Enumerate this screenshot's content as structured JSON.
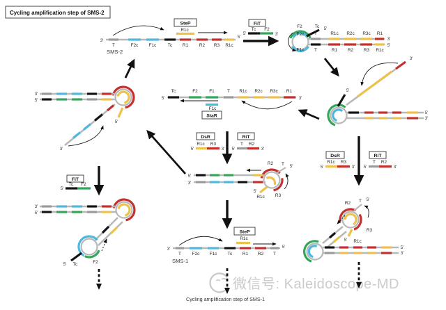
{
  "titles": {
    "sms2_box": "Cycling amplification step of SMS-2",
    "sms1_caption": "Cycling amplification step of SMS-1"
  },
  "watermark": {
    "text": "微信号: Kaleidoscope-MD"
  },
  "labels": {
    "five_prime": "5'",
    "three_prime": "3'",
    "t": "T",
    "tc": "Tc",
    "f1": "F1",
    "f2": "F2",
    "f1c": "F1c",
    "f2c": "F2c",
    "r1": "R1",
    "r2": "R2",
    "r3": "R3",
    "r1c": "R1c",
    "r2c": "R2c",
    "r3c": "R3c",
    "fit": "FiT",
    "step": "SteP",
    "star": "StaR",
    "dsr": "DsR",
    "rit": "RiT",
    "sms1": "SMS-1",
    "sms2": "SMS-2"
  },
  "strands": {
    "sms2_template": {
      "five_to_three": false,
      "segments": [
        "T",
        "F2c",
        "F1c",
        "Tc",
        "R1",
        "R2",
        "R3",
        "R1c"
      ]
    },
    "sms1_template": {
      "five_to_three": false,
      "segments": [
        "T",
        "F2c",
        "F1c",
        "Tc",
        "R1",
        "R2",
        "T"
      ]
    },
    "star_template": {
      "five_to_three": true,
      "segments": [
        "Tc",
        "F2",
        "F1",
        "T",
        "R1c",
        "R2c",
        "R3c",
        "R1"
      ]
    },
    "hairpin_top_right_upper": [
      "T",
      "R1c",
      "R2c",
      "R3c",
      "R1"
    ],
    "hairpin_top_right_lower": [
      "T",
      "R1",
      "R2",
      "R3",
      "R1c"
    ],
    "primers": {
      "fit": [
        "Tc",
        "F2"
      ],
      "step": [
        "R1c"
      ],
      "star": [
        "F1c"
      ],
      "dsr": [
        "R1c",
        "R3"
      ],
      "rit": [
        "T",
        "R2"
      ]
    }
  },
  "palette": {
    "red": "#c4302e",
    "yellow": "#edc24b",
    "cyan": "#4eb9de",
    "green": "#33a65a",
    "gray": "#b8b8b8",
    "black": "#141414",
    "watermark_gray": "#cbcbcb"
  }
}
